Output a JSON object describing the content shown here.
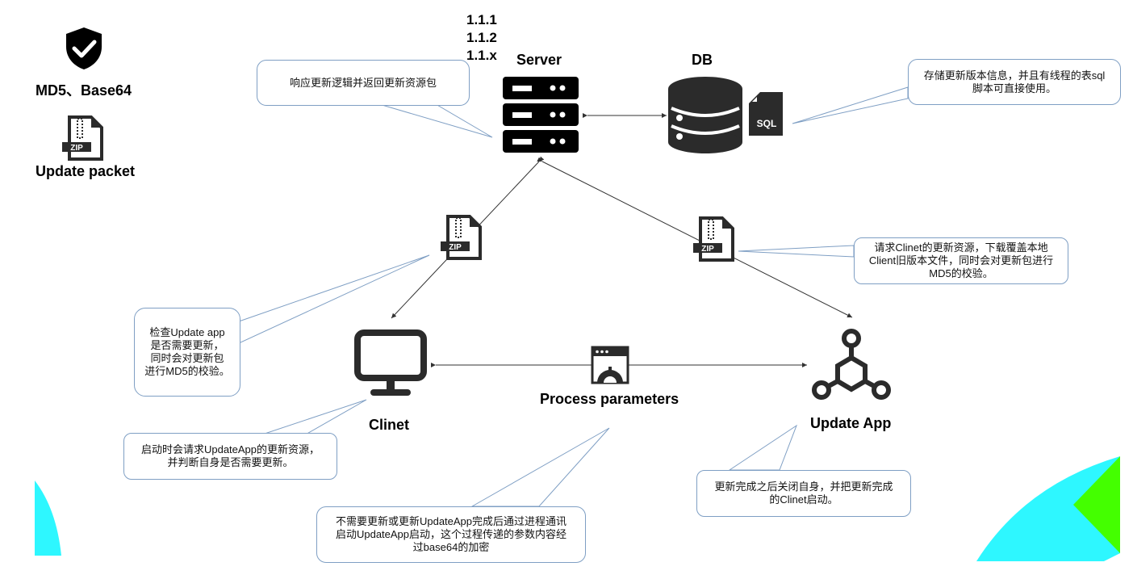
{
  "legend": {
    "security_label": "MD5、Base64",
    "packet_label": "Update packet",
    "security_icon": "shield-check-icon",
    "packet_icon": "zip-file-icon"
  },
  "versions": [
    "1.1.1",
    "1.1.2",
    "1.1.x"
  ],
  "nodes": {
    "server": {
      "label": "Server",
      "icon": "server-rack-icon"
    },
    "db": {
      "label": "DB",
      "icon": "database-icon",
      "file_icon_text": "SQL"
    },
    "client": {
      "label": "Clinet",
      "icon": "monitor-icon"
    },
    "update_app": {
      "label": "Update App",
      "icon": "hub-network-icon"
    },
    "process": {
      "label": "Process parameters",
      "icon": "window-gear-icon"
    },
    "zip_left": {
      "text": "ZIP"
    },
    "zip_right": {
      "text": "ZIP"
    }
  },
  "callouts": {
    "server": "响应更新逻辑并返回更新资源包",
    "db": "存储更新版本信息，并且有线程的表sql\n脚本可直接使用。",
    "zip_right": "请求Clinet的更新资源，下载覆盖本地\nClient旧版本文件，同时会对更新包进行\nMD5的校验。",
    "zip_left": "检查Update app\n是否需要更新，\n同时会对更新包\n进行MD5的校验。",
    "client": "启动时会请求UpdateApp的更新资源，\n并判断自身是否需要更新。",
    "process": "不需要更新或更新UpdateApp完成后通过进程通讯\n启动UpdateApp启动，这个过程传递的参数内容经\n过base64的加密",
    "update_app": "更新完成之后关闭自身，并把更新完成\n的Clinet启动。"
  },
  "colors": {
    "callout_stroke": "#7f9fc4",
    "arrow": "#333333",
    "icon": "#2b2b2b",
    "deco_cyan": "#2ef7ff",
    "deco_green": "#44ff00"
  }
}
